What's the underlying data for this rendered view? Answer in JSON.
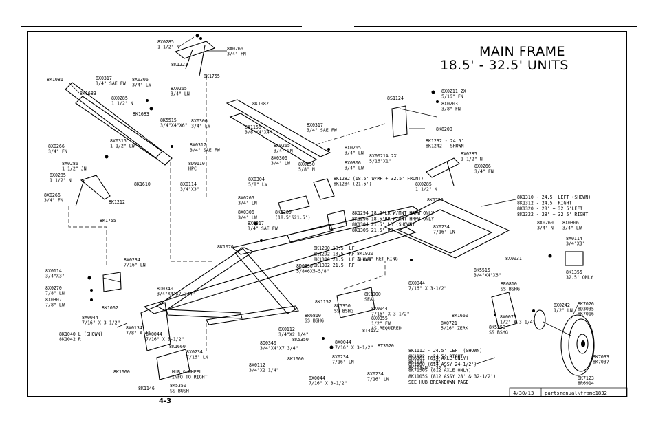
{
  "page": {
    "number": "4-3"
  },
  "title": {
    "line1": "MAIN FRAME",
    "line2": "18.5' - 32.5' UNITS"
  },
  "footer": {
    "date": "4/30/13",
    "file": "partsmanual\\frame1832"
  },
  "labels": {
    "l01": [
      "8X0285",
      "1 1/2\" N"
    ],
    "l02": [
      "8X0266",
      "3/4\" FN"
    ],
    "l03": [
      "8K1221"
    ],
    "l04": [
      "8K1755"
    ],
    "l05": [
      "8K1081"
    ],
    "l06": [
      "8X0317",
      "3/4\" SAE FW"
    ],
    "l07": [
      "8X0306",
      "3/4\" LW"
    ],
    "l08": [
      "8X0265",
      "3/4\" LN"
    ],
    "l09": [
      "8K1683"
    ],
    "l10": [
      "8X0285",
      "1 1/2\" N"
    ],
    "l11": [
      "8K1683"
    ],
    "l12": [
      "8K5515",
      "3/4\"X4\"X6\""
    ],
    "l13": [
      "8X0306",
      "3/4\" LW"
    ],
    "l14": [
      "8X0317",
      "3/4\" SAE FW"
    ],
    "l15": [
      "8X0315",
      "1 1/2\" LW"
    ],
    "l16": [
      "8X0266",
      "3/4\" FN"
    ],
    "l17": [
      "8X0286",
      "1 1/2\" JN"
    ],
    "l18": [
      "8X0285",
      "1 1/2\" N"
    ],
    "l19": [
      "8X0266",
      "3/4\" FN"
    ],
    "l20": [
      "8K1212"
    ],
    "l21": [
      "8K1755"
    ],
    "l22": [
      "8K1610"
    ],
    "l23": [
      "8D9110",
      "HPC"
    ],
    "l24": [
      "8K1082"
    ],
    "l25": [
      "8A1156",
      "3/8\"X4\"X4\""
    ],
    "l26": [
      "8X0317",
      "3/4\" SAE FW"
    ],
    "l27": [
      "8X0265",
      "3/4\" LN"
    ],
    "l28": [
      "8X0306",
      "3/4\" LW"
    ],
    "l29": [
      "8X0265",
      "3/4\" LN"
    ],
    "l30": [
      "8X0306",
      "3/4\" LW"
    ],
    "l31": [
      "8X0250",
      "5/8\" N"
    ],
    "l32": [
      "8X0114",
      "3/4\"X3\""
    ],
    "l33": [
      "8X0304",
      "5/8\" LW"
    ],
    "l34": [
      "8X0265",
      "3/4\" LN"
    ],
    "l35": [
      "8X0306",
      "3/4\" LW"
    ],
    "l36": [
      "8X0317",
      "3/4\" SAE FW"
    ],
    "l37": [
      "8K1070"
    ],
    "l38": [
      "8K1280",
      "(18.5'&21.5')"
    ],
    "l39": [
      "8S1124"
    ],
    "l40": [
      "8X0211  2X",
      "5/16\" FN"
    ],
    "l41": [
      "8X0203",
      "3/8\" FN"
    ],
    "l42": [
      "8K8200"
    ],
    "l43": [
      "8X0021A  2X",
      "5/16\"X1\""
    ],
    "l44": [
      "8K1232 - 24.5'",
      "8K1242 - SHOWN"
    ],
    "l45": [
      "8X0285",
      "1 1/2\" N"
    ],
    "l46": [
      "8X0266",
      "3/4\" FN"
    ],
    "l47": [
      "8K1282 (18.5' W/MH + 32.5' FRONT)",
      "8K1284 (21.5')"
    ],
    "l48": [
      "8X0285",
      "1 1/2\" N"
    ],
    "l49": [
      "8K1755"
    ],
    "l50": [
      "8K1294  18.5'LR W/MNT HRRW ONLY",
      "8K1296  18.5'RR W/MNT HRRW ONLY",
      "8K1304  21.5' LR (SHOWN)",
      "8K1305  21.5' RR"
    ],
    "l51": [
      "8K1310 - 24.5' LEFT (SHOWN)",
      "8K1312 - 24.5' RIGHT",
      "8K1320 - 28' + 32.5'LEFT",
      "8K1322 - 28' + 32.5' RIGHT"
    ],
    "l52": [
      "8X0234",
      "7/16\" LN"
    ],
    "l53": [
      "8K1290  18.5' LF",
      "8K1292  18.5' RF",
      "8K1300  21.5' LF SHOWN",
      "8K1302  21.5' RF"
    ],
    "l54": [
      "8D0330",
      "5/8X6X5-5/8\""
    ],
    "l55": [
      "8X0260",
      "3/4\" N"
    ],
    "l56": [
      "8X0306",
      "3/4\" LW"
    ],
    "l57": [
      "8X0114",
      "3/4\"X3\""
    ],
    "l58": [
      "8X0031"
    ],
    "l59": [
      "8K5515",
      "3/4\"X4\"X6\""
    ],
    "l60": [
      "8K1355",
      "32.5' ONLY"
    ],
    "l61": [
      "8X0234",
      "7/16\" LN"
    ],
    "l62": [
      "8X0114",
      "3/4\"X3\""
    ],
    "l63": [
      "8X0270",
      "7/8\" LN"
    ],
    "l64": [
      "8X0307",
      "7/8\" LW"
    ],
    "l65": [
      "8K1062"
    ],
    "l66": [
      "8D0340",
      "3/4\"X4\"X7 3/4\""
    ],
    "l67": [
      "8X0044",
      "7/16\" X 3-1/2\""
    ],
    "l68": [
      "8K1040  L (SHOWN)",
      "8K1042  R"
    ],
    "l69": [
      "8X0134",
      "7/8\" X 4\""
    ],
    "l70": [
      "8X0044",
      "7/16\" X 3-1/2\""
    ],
    "l71": [
      "8K1660"
    ],
    "l72": [
      "8X0234",
      "7/16\" LN"
    ],
    "l73": [
      "8K1920",
      "2 7/8\" RET RING"
    ],
    "l74": [
      "8K1900",
      "SEAL"
    ],
    "l75": [
      "8X0044",
      "7/16\" X 3-1/2\""
    ],
    "l76": [
      "8K1152"
    ],
    "l77": [
      "8R6810",
      "SS BSHG"
    ],
    "l78": [
      "8K5350",
      "SS BSHG"
    ],
    "l79": [
      "8X0044",
      "7/16\" X 3-1/2\""
    ],
    "l80": [
      "8X0355",
      "1/2\" FW",
      "AS REQUIRED"
    ],
    "l81": [
      "8X0112",
      "3/4\"X2 1/4\""
    ],
    "l82": [
      "8T4132"
    ],
    "l83": [
      "8D0340",
      "3/4\"X4\"X7 3/4\""
    ],
    "l84": [
      "8K5350"
    ],
    "l85": [
      "8T3620"
    ],
    "l86": [
      "8X0112",
      "3/4\"X2 1/4\""
    ],
    "l87": [
      "8K1660"
    ],
    "l88": [
      "8X0234",
      "7/16\" LN"
    ],
    "l89": [
      "8K1660"
    ],
    "l90": [
      "HUB & WHEEL",
      "INFO TO RIGHT"
    ],
    "l91": [
      "8K5350",
      "SS BUSH"
    ],
    "l92": [
      "8K1146"
    ],
    "l93": [
      "8X0044",
      "7/16\" X 3-1/2\""
    ],
    "l94": [
      "8X0234",
      "7/16\" LN"
    ],
    "l95": [
      "8X0044",
      "7/16\" X 3-1/2\""
    ],
    "l96": [
      "8R6810",
      "SS BSHG"
    ],
    "l97": [
      "8K1660"
    ],
    "l98": [
      "8X0242",
      "1/2\" LN"
    ],
    "l99": [
      "8X0721",
      "5/16\" ZERK"
    ],
    "l100": [
      "8K5350",
      "SS BSHG"
    ],
    "l101": [
      "8X0070",
      "1/2\" X 3 1/4\""
    ],
    "l102": [
      "8K7026",
      "8D3035",
      "8K7016"
    ],
    "l103": [
      "8K1112 - 24.5' LEFT (SHOWN)",
      "8K1122 - 24.5' RIGHT",
      "8K1134 - 28'",
      "8K1134N - 32.5'"
    ],
    "l104": [
      "8R6901 (614 AXLE ONLY)",
      "8K1100 (614 ASSY 24-1/2')",
      "8K7150S (812 AXLE ONLY)",
      "8K1105S (812 ASSY 28' & 32-1/2')",
      "SEE HUB BREAKDOWN PAGE"
    ],
    "l105": [
      "8K7033",
      "8K7037"
    ],
    "l106": [
      "8K7123",
      "8R6914"
    ]
  }
}
